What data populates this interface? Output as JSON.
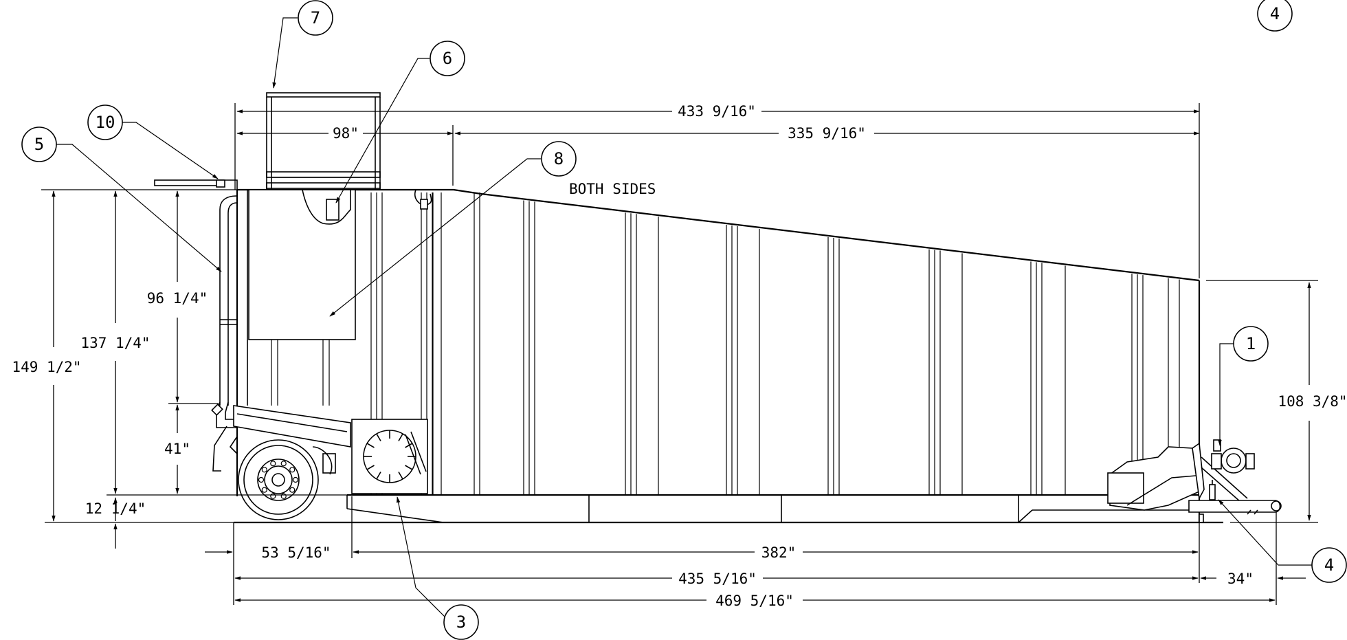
{
  "note_text": "BOTH SIDES",
  "balloons": {
    "b1": "1",
    "b3": "3",
    "b4_top": "4",
    "b4": "4",
    "b5": "5",
    "b6": "6",
    "b7": "7",
    "b8": "8",
    "b10": "10"
  },
  "dimensions": {
    "overall_top_length": "433 9/16\"",
    "front_section": "98\"",
    "rear_section": "335 9/16\"",
    "overall_height": "149 1/2\"",
    "height_137": "137 1/4\"",
    "height_96": "96 1/4\"",
    "height_41": "41\"",
    "ground_clearance": "12 1/4\"",
    "rear_height": "108 3/8\"",
    "axle_offset": "53 5/16\"",
    "body_length": "382\"",
    "bed_length": "435 5/16\"",
    "rear_overhang": "34\"",
    "overall_length": "469 5/16\""
  }
}
